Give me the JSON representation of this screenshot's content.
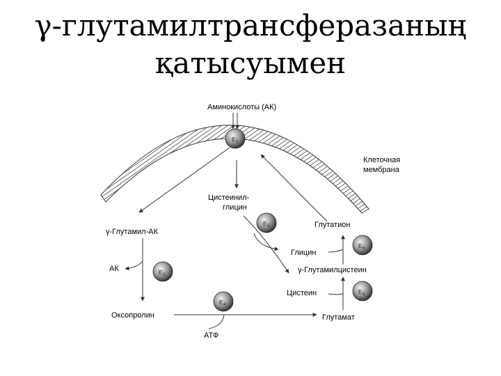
{
  "title": {
    "line1": "γ-глутамилтрансферазаның",
    "line2": "қатысуымен"
  },
  "diagram": {
    "labels": {
      "amino_acids": "Аминокислоты (АК)",
      "membrane": "Клеточная мембрана",
      "membrane_line1": "Клеточная",
      "membrane_line2": "мембрана",
      "cysteinyl_line1": "Цистеинил-",
      "cysteinyl_line2": "глицин",
      "glutamyl_ak": "γ-Глутамил-АК",
      "glutathione": "Глутатион",
      "glycine": "Глицин",
      "glutamylcysteine": "γ-Глутамилцистеин",
      "ak": "АК",
      "cysteine": "Цистеин",
      "oxoproline": "Оксопролин",
      "glutamate": "Глутамат",
      "atp": "АТФ"
    },
    "enzymes": [
      {
        "id": "E1",
        "letter": "E",
        "sub": "1"
      },
      {
        "id": "E2",
        "letter": "E",
        "sub": "2"
      },
      {
        "id": "E3",
        "letter": "E",
        "sub": "3"
      },
      {
        "id": "E4",
        "letter": "E",
        "sub": "4"
      },
      {
        "id": "E5",
        "letter": "E",
        "sub": "5"
      },
      {
        "id": "E6",
        "letter": "E",
        "sub": "6"
      }
    ]
  }
}
